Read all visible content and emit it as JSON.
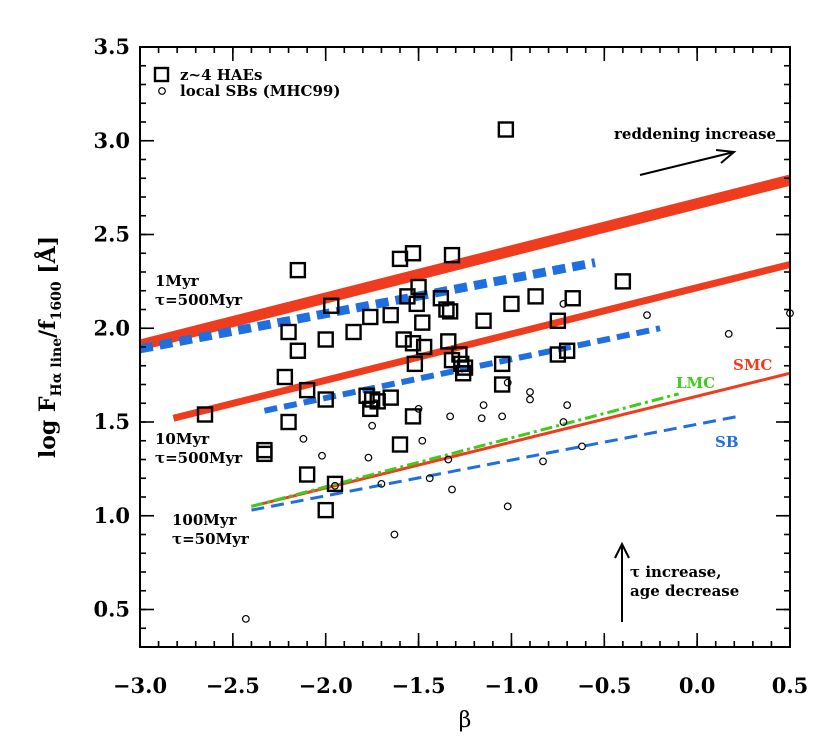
{
  "chart_data": {
    "type": "scatter",
    "title": "",
    "xlabel": "β",
    "ylabel_main": "log F",
    "ylabel_sub": "Hα line",
    "ylabel_mid": "/f",
    "ylabel_sub2": "1600",
    "ylabel_unit": " [Å]",
    "xlim": [
      -3.0,
      0.5
    ],
    "ylim": [
      0.3,
      3.5
    ],
    "x_ticks": [
      -3.0,
      -2.5,
      -2.0,
      -1.5,
      -1.0,
      -0.5,
      0.0,
      0.5
    ],
    "x_tick_labels": [
      "−3.0",
      "−2.5",
      "−2.0",
      "−1.5",
      "−1.0",
      "−0.5",
      "0.0",
      "0.5"
    ],
    "y_ticks": [
      0.5,
      1.0,
      1.5,
      2.0,
      2.5,
      3.0,
      3.5
    ],
    "y_tick_labels": [
      "0.5",
      "1.0",
      "1.5",
      "2.0",
      "2.5",
      "3.0",
      "3.5"
    ],
    "legend": {
      "position": "top-left",
      "entries": [
        {
          "label": "z~4 HAEs",
          "marker": "square"
        },
        {
          "label": "local SBs (MHC99)",
          "marker": "circle"
        }
      ]
    },
    "colors": {
      "red": "#f03c1e",
      "blue": "#1f6fe0",
      "green": "#3ccc1a",
      "black": "#000000"
    },
    "series": [
      {
        "name": "z~4 HAEs",
        "marker": "square",
        "points": [
          [
            -1.03,
            3.06
          ],
          [
            -1.53,
            2.4
          ],
          [
            -1.32,
            2.39
          ],
          [
            -1.6,
            2.37
          ],
          [
            -2.15,
            2.31
          ],
          [
            -0.4,
            2.25
          ],
          [
            -1.5,
            2.22
          ],
          [
            -1.56,
            2.17
          ],
          [
            -1.38,
            2.16
          ],
          [
            -0.87,
            2.17
          ],
          [
            -0.67,
            2.16
          ],
          [
            -1.97,
            2.12
          ],
          [
            -1.51,
            2.13
          ],
          [
            -1.0,
            2.13
          ],
          [
            -1.35,
            2.1
          ],
          [
            -1.33,
            2.09
          ],
          [
            -1.65,
            2.07
          ],
          [
            -1.76,
            2.06
          ],
          [
            -1.48,
            2.03
          ],
          [
            -0.75,
            2.04
          ],
          [
            -1.15,
            2.04
          ],
          [
            -2.2,
            1.98
          ],
          [
            -1.85,
            1.98
          ],
          [
            -2.0,
            1.94
          ],
          [
            -1.58,
            1.94
          ],
          [
            -1.34,
            1.93
          ],
          [
            -1.53,
            1.92
          ],
          [
            -1.47,
            1.9
          ],
          [
            -2.15,
            1.88
          ],
          [
            -0.75,
            1.86
          ],
          [
            -0.7,
            1.88
          ],
          [
            -1.28,
            1.86
          ],
          [
            -1.32,
            1.83
          ],
          [
            -1.27,
            1.81
          ],
          [
            -1.52,
            1.81
          ],
          [
            -1.05,
            1.81
          ],
          [
            -1.25,
            1.79
          ],
          [
            -1.26,
            1.76
          ],
          [
            -2.22,
            1.74
          ],
          [
            -2.1,
            1.67
          ],
          [
            -1.05,
            1.7
          ],
          [
            -2.65,
            1.54
          ],
          [
            -2.0,
            1.62
          ],
          [
            -1.78,
            1.64
          ],
          [
            -1.75,
            1.62
          ],
          [
            -1.65,
            1.63
          ],
          [
            -1.72,
            1.61
          ],
          [
            -1.76,
            1.57
          ],
          [
            -2.2,
            1.5
          ],
          [
            -1.53,
            1.53
          ],
          [
            -1.6,
            1.38
          ],
          [
            -2.33,
            1.35
          ],
          [
            -2.33,
            1.33
          ],
          [
            -2.1,
            1.22
          ],
          [
            -1.95,
            1.17
          ],
          [
            -2.0,
            1.03
          ]
        ]
      },
      {
        "name": "local SBs (MHC99)",
        "marker": "circle",
        "points": [
          [
            -2.43,
            0.45
          ],
          [
            -1.63,
            0.9
          ],
          [
            -1.02,
            1.05
          ],
          [
            -1.32,
            1.14
          ],
          [
            -1.7,
            1.17
          ],
          [
            -1.44,
            1.2
          ],
          [
            -1.95,
            1.16
          ],
          [
            -0.83,
            1.29
          ],
          [
            -1.34,
            1.3
          ],
          [
            -2.02,
            1.32
          ],
          [
            -1.77,
            1.31
          ],
          [
            -1.48,
            1.4
          ],
          [
            -0.62,
            1.37
          ],
          [
            -2.12,
            1.41
          ],
          [
            -1.75,
            1.48
          ],
          [
            -1.16,
            1.52
          ],
          [
            -1.33,
            1.53
          ],
          [
            -0.72,
            1.5
          ],
          [
            -1.05,
            1.53
          ],
          [
            -1.5,
            1.57
          ],
          [
            -1.15,
            1.59
          ],
          [
            -0.9,
            1.62
          ],
          [
            -1.73,
            1.6
          ],
          [
            -0.7,
            1.59
          ],
          [
            -1.02,
            1.71
          ],
          [
            -0.9,
            1.66
          ],
          [
            -0.72,
            2.13
          ],
          [
            -0.27,
            2.07
          ],
          [
            0.17,
            1.97
          ],
          [
            0.5,
            2.08
          ]
        ]
      }
    ],
    "model_lines": [
      {
        "name": "",
        "color": "red",
        "style": "solid",
        "width": 11,
        "x": [
          -3.0,
          0.5
        ],
        "y": [
          1.91,
          2.79
        ]
      },
      {
        "name": "",
        "color": "blue",
        "style": "dashed",
        "width": 9,
        "x": [
          -3.0,
          -0.55
        ],
        "y": [
          1.89,
          2.35
        ]
      },
      {
        "name": "",
        "color": "red",
        "style": "solid",
        "width": 7,
        "x": [
          -2.82,
          0.5
        ],
        "y": [
          1.52,
          2.34
        ]
      },
      {
        "name": "",
        "color": "blue",
        "style": "dashed",
        "width": 6,
        "x": [
          -2.33,
          -0.2
        ],
        "y": [
          1.56,
          2.0
        ]
      },
      {
        "name": "SMC",
        "color": "red",
        "style": "solid",
        "width": 3,
        "x": [
          -2.4,
          0.5
        ],
        "y": [
          1.05,
          1.76
        ]
      },
      {
        "name": "LMC",
        "color": "green",
        "style": "dashdot",
        "width": 3,
        "x": [
          -2.4,
          -0.1
        ],
        "y": [
          1.05,
          1.65
        ]
      },
      {
        "name": "SB",
        "color": "blue",
        "style": "dashed",
        "width": 3,
        "x": [
          -2.4,
          0.22
        ],
        "y": [
          1.03,
          1.53
        ]
      }
    ],
    "annotations": [
      {
        "id": "reddening",
        "text": "reddening increase"
      },
      {
        "id": "age1_line1",
        "text": "1Myr"
      },
      {
        "id": "age1_line2",
        "text": "τ=500Myr"
      },
      {
        "id": "age10_line1",
        "text": "10Myr"
      },
      {
        "id": "age10_line2",
        "text": "τ=500Myr"
      },
      {
        "id": "age100_line1",
        "text": "100Myr"
      },
      {
        "id": "age100_line2",
        "text": "τ=50Myr"
      },
      {
        "id": "tau_line1",
        "text": "τ increase,"
      },
      {
        "id": "tau_line2",
        "text": "age decrease"
      },
      {
        "id": "smc",
        "text": "SMC"
      },
      {
        "id": "lmc",
        "text": "LMC"
      },
      {
        "id": "sb",
        "text": "SB"
      }
    ]
  }
}
